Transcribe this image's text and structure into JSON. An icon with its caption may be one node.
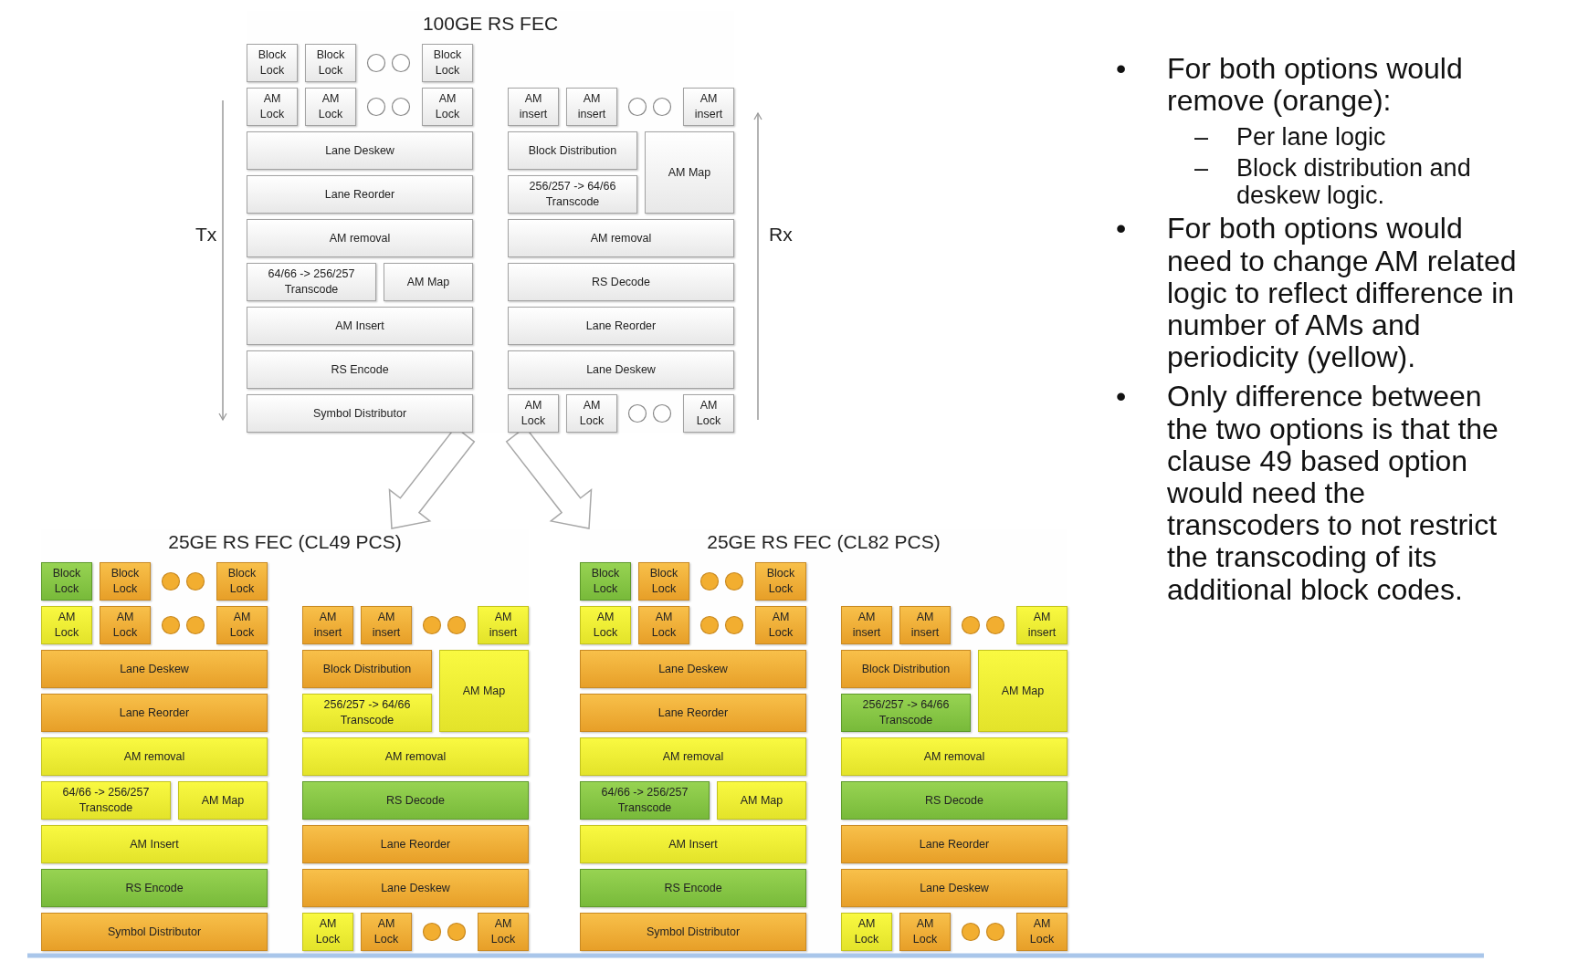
{
  "diagram": {
    "nodes": [
      {
        "text": [
          "100GE RS FEC"
        ]
      },
      {
        "text": [
          "Block Lock"
        ],
        "in": 0
      },
      {
        "text": [
          "Block Lock"
        ],
        "in": 0
      },
      {
        "text": [
          "Block Lock"
        ],
        "in": 0
      },
      {
        "text": [
          "AM Lock"
        ],
        "in": 0
      },
      {
        "text": [
          "AM Lock"
        ],
        "in": 0
      },
      {
        "text": [
          "AM Lock"
        ],
        "in": 0
      },
      {
        "text": [
          "Lane Deskew"
        ],
        "in": 0
      },
      {
        "text": [
          "Lane Reorder"
        ],
        "in": 0
      },
      {
        "text": [
          "AM removal"
        ],
        "in": 0
      },
      {
        "text": [
          "64/66 -> 256/257 Transcode"
        ],
        "in": 0
      },
      {
        "text": [
          "AM Map"
        ],
        "in": 0
      },
      {
        "text": [
          "AM Insert"
        ],
        "in": 0
      },
      {
        "text": [
          "RS Encode"
        ],
        "in": 0
      },
      {
        "text": [
          "Symbol Distributor"
        ],
        "in": 0
      },
      {
        "text": [
          "AM insert"
        ],
        "in": 0
      },
      {
        "text": [
          "AM insert"
        ],
        "in": 0
      },
      {
        "text": [
          "AM insert"
        ],
        "in": 0
      },
      {
        "text": [
          "Block Distribution"
        ],
        "in": 0
      },
      {
        "text": [
          "AM Map"
        ],
        "in": 0
      },
      {
        "text": [
          "256/257 -> 64/66 Transcode"
        ],
        "in": 0
      },
      {
        "text": [
          "AM removal"
        ],
        "in": 0
      },
      {
        "text": [
          "RS Decode"
        ],
        "in": 0
      },
      {
        "text": [
          "Lane Reorder"
        ],
        "in": 0
      },
      {
        "text": [
          "Lane Deskew"
        ],
        "in": 0
      },
      {
        "text": [
          "AM Lock"
        ],
        "in": 0
      },
      {
        "text": [
          "AM Lock"
        ],
        "in": 0
      },
      {
        "text": [
          "AM Lock"
        ],
        "in": 0
      },
      {
        "text": [
          "25GE RS FEC (CL49 PCS)"
        ]
      },
      {
        "text": [
          "Block Lock"
        ],
        "in": 28
      },
      {
        "text": [
          "Block Lock"
        ],
        "in": 28
      },
      {
        "text": [
          "Block Lock"
        ],
        "in": 28
      },
      {
        "text": [
          "AM Lock"
        ],
        "in": 28
      },
      {
        "text": [
          "AM Lock"
        ],
        "in": 28
      },
      {
        "text": [
          "AM Lock"
        ],
        "in": 28
      },
      {
        "text": [
          "Lane Deskew"
        ],
        "in": 28
      },
      {
        "text": [
          "Lane Reorder"
        ],
        "in": 28
      },
      {
        "text": [
          "AM removal"
        ],
        "in": 28
      },
      {
        "text": [
          "64/66 -> 256/257 Transcode"
        ],
        "in": 28
      },
      {
        "text": [
          "AM Map"
        ],
        "in": 28
      },
      {
        "text": [
          "AM Insert"
        ],
        "in": 28
      },
      {
        "text": [
          "RS Encode"
        ],
        "in": 28
      },
      {
        "text": [
          "Symbol Distributor"
        ],
        "in": 28
      },
      {
        "text": [
          "AM insert"
        ],
        "in": 28
      },
      {
        "text": [
          "AM insert"
        ],
        "in": 28
      },
      {
        "text": [
          "AM insert"
        ],
        "in": 28
      },
      {
        "text": [
          "Block Distribution"
        ],
        "in": 28
      },
      {
        "text": [
          "AM Map"
        ],
        "in": 28
      },
      {
        "text": [
          "256/257 -> 64/66 Transcode"
        ],
        "in": 28
      },
      {
        "text": [
          "AM removal"
        ],
        "in": 28
      },
      {
        "text": [
          "RS Decode"
        ],
        "in": 28
      },
      {
        "text": [
          "Lane Reorder"
        ],
        "in": 28
      },
      {
        "text": [
          "Lane Deskew"
        ],
        "in": 28
      },
      {
        "text": [
          "AM Lock"
        ],
        "in": 28
      },
      {
        "text": [
          "AM Lock"
        ],
        "in": 28
      },
      {
        "text": [
          "AM Lock"
        ],
        "in": 28
      },
      {
        "text": [
          "25GE RS FEC (CL82 PCS)"
        ]
      },
      {
        "text": [
          "Block Lock"
        ],
        "in": 56
      },
      {
        "text": [
          "Block Lock"
        ],
        "in": 56
      },
      {
        "text": [
          "Block Lock"
        ],
        "in": 56
      },
      {
        "text": [
          "AM Lock"
        ],
        "in": 56
      },
      {
        "text": [
          "AM Lock"
        ],
        "in": 56
      },
      {
        "text": [
          "AM Lock"
        ],
        "in": 56
      },
      {
        "text": [
          "Lane Deskew"
        ],
        "in": 56
      },
      {
        "text": [
          "Lane Reorder"
        ],
        "in": 56
      },
      {
        "text": [
          "AM removal"
        ],
        "in": 56
      },
      {
        "text": [
          "64/66 -> 256/257 Transcode"
        ],
        "in": 56
      },
      {
        "text": [
          "AM Map"
        ],
        "in": 56
      },
      {
        "text": [
          "AM Insert"
        ],
        "in": 56
      },
      {
        "text": [
          "RS Encode"
        ],
        "in": 56
      },
      {
        "text": [
          "Symbol Distributor"
        ],
        "in": 56
      },
      {
        "text": [
          "AM insert"
        ],
        "in": 56
      },
      {
        "text": [
          "AM insert"
        ],
        "in": 56
      },
      {
        "text": [
          "AM insert"
        ],
        "in": 56
      },
      {
        "text": [
          "Block Distribution"
        ],
        "in": 56
      },
      {
        "text": [
          "AM Map"
        ],
        "in": 56
      },
      {
        "text": [
          "256/257 -> 64/66 Transcode"
        ],
        "in": 56
      },
      {
        "text": [
          "AM removal"
        ],
        "in": 56
      },
      {
        "text": [
          "RS Decode"
        ],
        "in": 56
      },
      {
        "text": [
          "Lane Reorder"
        ],
        "in": 56
      },
      {
        "text": [
          "Lane Deskew"
        ],
        "in": 56
      },
      {
        "text": [
          "AM Lock"
        ],
        "in": 56
      },
      {
        "text": [
          "AM Lock"
        ],
        "in": 56
      },
      {
        "text": [
          "AM Lock"
        ],
        "in": 56
      }
    ],
    "edges": [
      {
        "from": 0,
        "to": 28,
        "arrow": "to"
      },
      {
        "from": 0,
        "to": 56,
        "arrow": "to"
      }
    ],
    "labels": [
      "Tx",
      "Rx",
      "•",
      "For both options would remove (orange):",
      "–",
      "Per lane logic",
      "–",
      "Block distribution and deskew logic.",
      "•",
      "For both options would need to change AM related logic to reflect difference in number of AMs and periodicity (yellow).",
      "•",
      "Only difference between the two options is that the clause 49 based option would need the transcoders to not restrict the transcoding of its additional block codes."
    ]
  }
}
